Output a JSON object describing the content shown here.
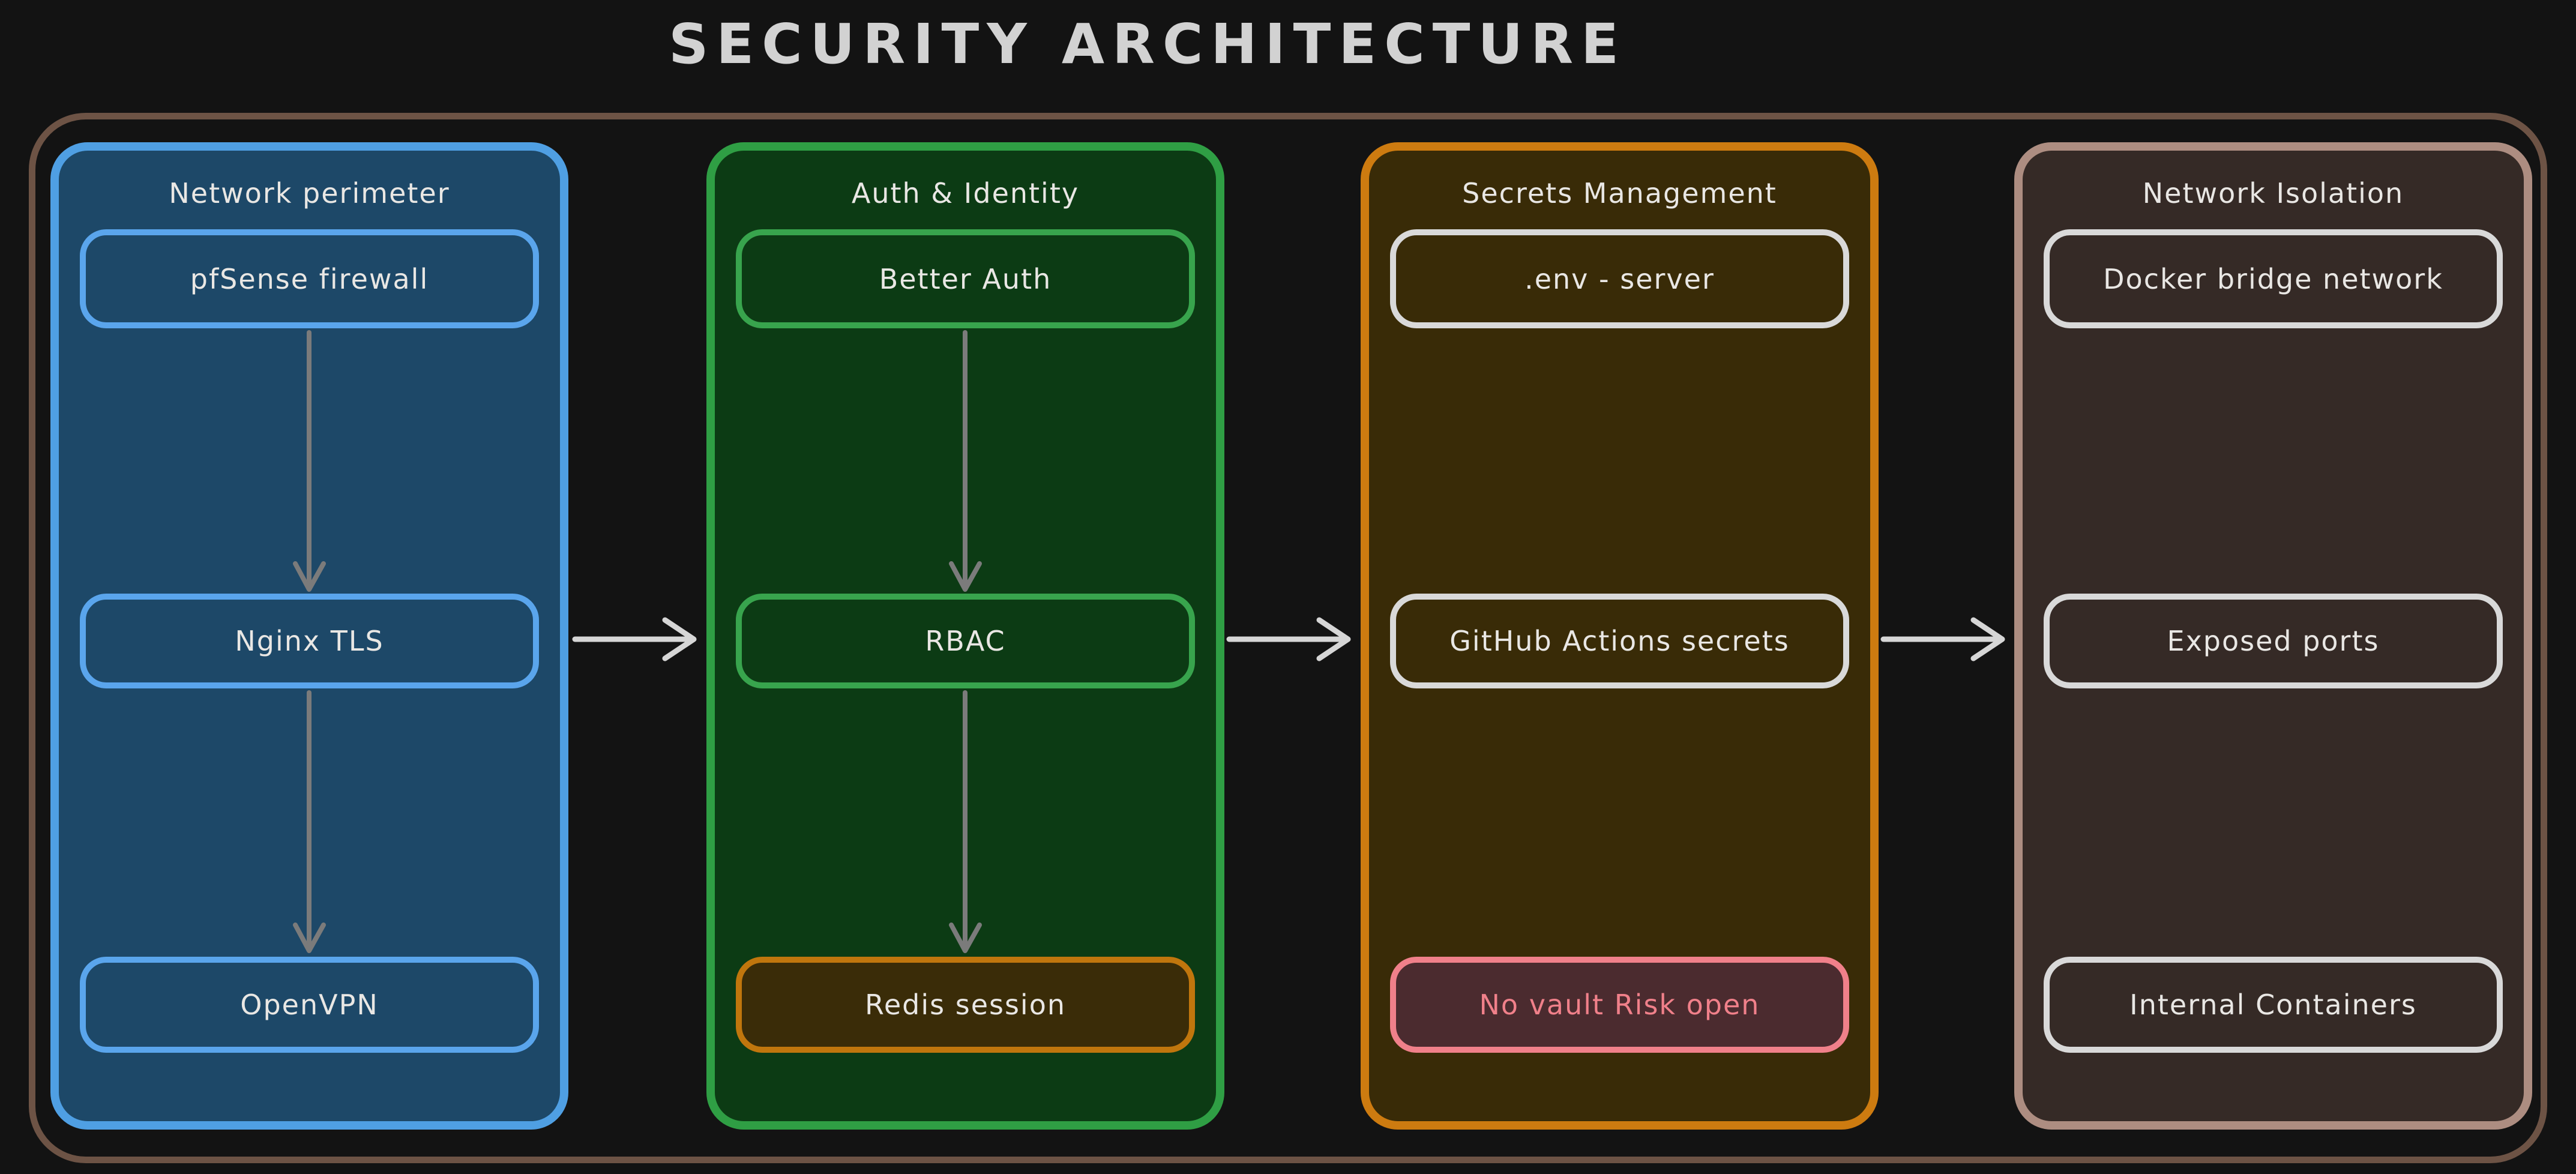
{
  "title": "SECURITY ARCHITECTURE",
  "title_color": "#d2d2d2",
  "background": "#131313",
  "frame_border": "#6d5345",
  "arrow_colors": {
    "vertical": "#7b7b7b",
    "horizontal": "#d6d6d6"
  },
  "columns": [
    {
      "label": "Network perimeter",
      "border": "#4f9fe3",
      "fill": "#1d4868",
      "has_internal_arrows": true,
      "boxes": [
        {
          "label": "pfSense firewall",
          "border": "#5aa5ec",
          "fill": "transparent",
          "text_color": "#e9e7e4"
        },
        {
          "label": "Nginx TLS",
          "border": "#5aa5ec",
          "fill": "transparent",
          "text_color": "#e9e7e4"
        },
        {
          "label": "OpenVPN",
          "border": "#5aa5ec",
          "fill": "transparent",
          "text_color": "#e9e7e4"
        }
      ]
    },
    {
      "label": "Auth & Identity",
      "border": "#2f9e44",
      "fill": "#0c3b14",
      "has_internal_arrows": true,
      "boxes": [
        {
          "label": "Better Auth",
          "border": "#38a44d",
          "fill": "transparent",
          "text_color": "#e9e7e4"
        },
        {
          "label": "RBAC",
          "border": "#38a44d",
          "fill": "transparent",
          "text_color": "#e9e7e4"
        },
        {
          "label": "Redis session",
          "border": "#c0760d",
          "fill": "#3a2c08",
          "text_color": "#e9e7e4"
        }
      ]
    },
    {
      "label": "Secrets Management",
      "border": "#cd7b10",
      "fill": "#392b07",
      "has_internal_arrows": false,
      "boxes": [
        {
          "label": ".env - server",
          "border": "#d9d9d9",
          "fill": "transparent",
          "text_color": "#e9e7e4"
        },
        {
          "label": "GitHub Actions secrets",
          "border": "#d9d9d9",
          "fill": "transparent",
          "text_color": "#e9e7e4"
        },
        {
          "label": "No vault Risk open",
          "border": "#f0808a",
          "fill": "#4b2b2f",
          "text_color": "#f0808a"
        }
      ]
    },
    {
      "label": "Network Isolation",
      "border": "#ad8d81",
      "fill": "#352a26",
      "has_internal_arrows": false,
      "boxes": [
        {
          "label": "Docker bridge network",
          "border": "#d9d9d9",
          "fill": "transparent",
          "text_color": "#e9e7e4"
        },
        {
          "label": "Exposed ports",
          "border": "#d9d9d9",
          "fill": "transparent",
          "text_color": "#e9e7e4"
        },
        {
          "label": "Internal Containers",
          "border": "#d9d9d9",
          "fill": "transparent",
          "text_color": "#e9e7e4"
        }
      ]
    }
  ]
}
